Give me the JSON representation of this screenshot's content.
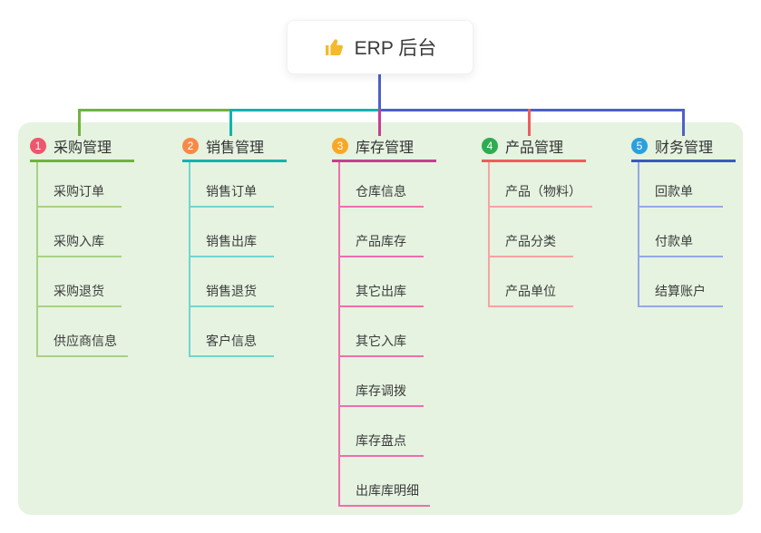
{
  "root": {
    "label": "ERP 后台",
    "icon": "thumbs-up-icon"
  },
  "branches": [
    {
      "num": "1",
      "label": "采购管理",
      "color": "#71b33e",
      "light_color": "#a9d185",
      "badge_color": "#f1556e",
      "children": [
        "采购订单",
        "采购入库",
        "采购退货",
        "供应商信息"
      ]
    },
    {
      "num": "2",
      "label": "销售管理",
      "color": "#14b3ac",
      "light_color": "#72d5cf",
      "badge_color": "#f78a45",
      "children": [
        "销售订单",
        "销售出库",
        "销售退货",
        "客户信息"
      ]
    },
    {
      "num": "3",
      "label": "库存管理",
      "color": "#c83e8e",
      "light_color": "#ef6eae",
      "badge_color": "#f9a825",
      "children": [
        "仓库信息",
        "产品库存",
        "其它出库",
        "其它入库",
        "库存调拨",
        "库存盘点",
        "出库库明细"
      ]
    },
    {
      "num": "4",
      "label": "产品管理",
      "color": "#f05c5c",
      "light_color": "#f7a3a3",
      "badge_color": "#30ab52",
      "children": [
        "产品（物料）",
        "产品分类",
        "产品单位"
      ]
    },
    {
      "num": "5",
      "label": "财务管理",
      "color": "#3c57c0",
      "light_color": "#93a9e6",
      "badge_color": "#2ba0dc",
      "children": [
        "回款单",
        "付款单",
        "结算账户"
      ]
    }
  ],
  "colors": {
    "panel_bg": "#e5f3e0",
    "page_bg": "#ffffff",
    "root_trunk": "#4d61c8",
    "bus_green": "#71b33e",
    "bus_teal": "#14b3ac",
    "bus_blue": "#4d61c8",
    "drop_magenta": "#c83e8e",
    "drop_red": "#f05c5c",
    "thumb_icon": "#f5b92c"
  }
}
